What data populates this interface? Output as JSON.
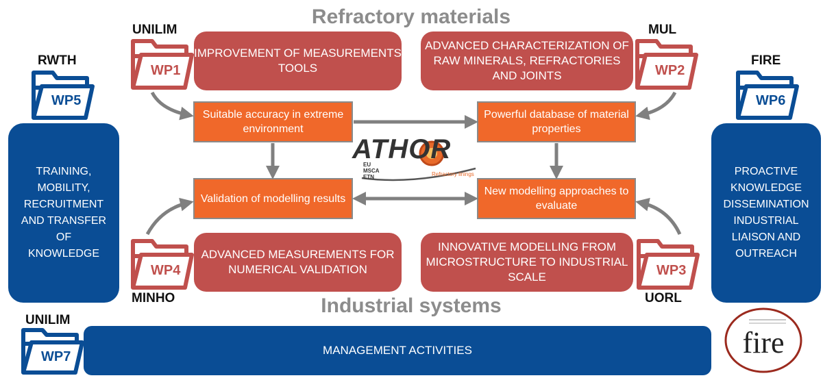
{
  "titles": {
    "top": "Refractory materials",
    "bottom": "Industrial systems"
  },
  "partners": {
    "wp1": "UNILIM",
    "wp2": "MUL",
    "wp3": "UORL",
    "wp4": "MINHO",
    "wp5": "RWTH",
    "wp6": "FIRE",
    "wp7": "UNILIM"
  },
  "workpackages": {
    "wp1": {
      "label": "WP1",
      "description": "IMPROVEMENT OF MEASUREMENTS TOOLS"
    },
    "wp2": {
      "label": "WP2",
      "description": "ADVANCED CHARACTERIZATION OF RAW MINERALS, REFRACTORIES AND JOINTS"
    },
    "wp3": {
      "label": "WP3",
      "description": "INNOVATIVE MODELLING FROM MICROSTRUCTURE TO INDUSTRIAL SCALE"
    },
    "wp4": {
      "label": "WP4",
      "description": "ADVANCED MEASUREMENTS FOR NUMERICAL VALIDATION"
    },
    "wp5": {
      "label": "WP5",
      "description": "TRAINING,\nMOBILITY,\nRECRUITMENT\nAND TRANSFER\nOF\nKNOWLEDGE"
    },
    "wp6": {
      "label": "WP6",
      "description": "PROACTIVE\nKNOWLEDGE\nDISSEMINATION\nINDUSTRIAL\nLIAISON AND\nOUTREACH"
    },
    "wp7": {
      "label": "WP7",
      "description": "MANAGEMENT ACTIVITIES"
    }
  },
  "outcomes": {
    "accuracy": "Suitable accuracy in extreme environment",
    "database": "Powerful database of material properties",
    "validation": "Validation of modelling results",
    "modelling": "New modelling approaches to evaluate"
  },
  "logos": {
    "athor": {
      "name": "ATHOR",
      "tags": [
        "EU",
        "MSCA",
        "ETN"
      ],
      "tagline": "Refractory linings"
    },
    "fire": {
      "name": "fire"
    }
  },
  "colors": {
    "red": "#c0504d",
    "orange": "#f0682a",
    "blue": "#0a4d95",
    "grey_arrow": "#808080",
    "title_grey": "#8c8c8c"
  }
}
